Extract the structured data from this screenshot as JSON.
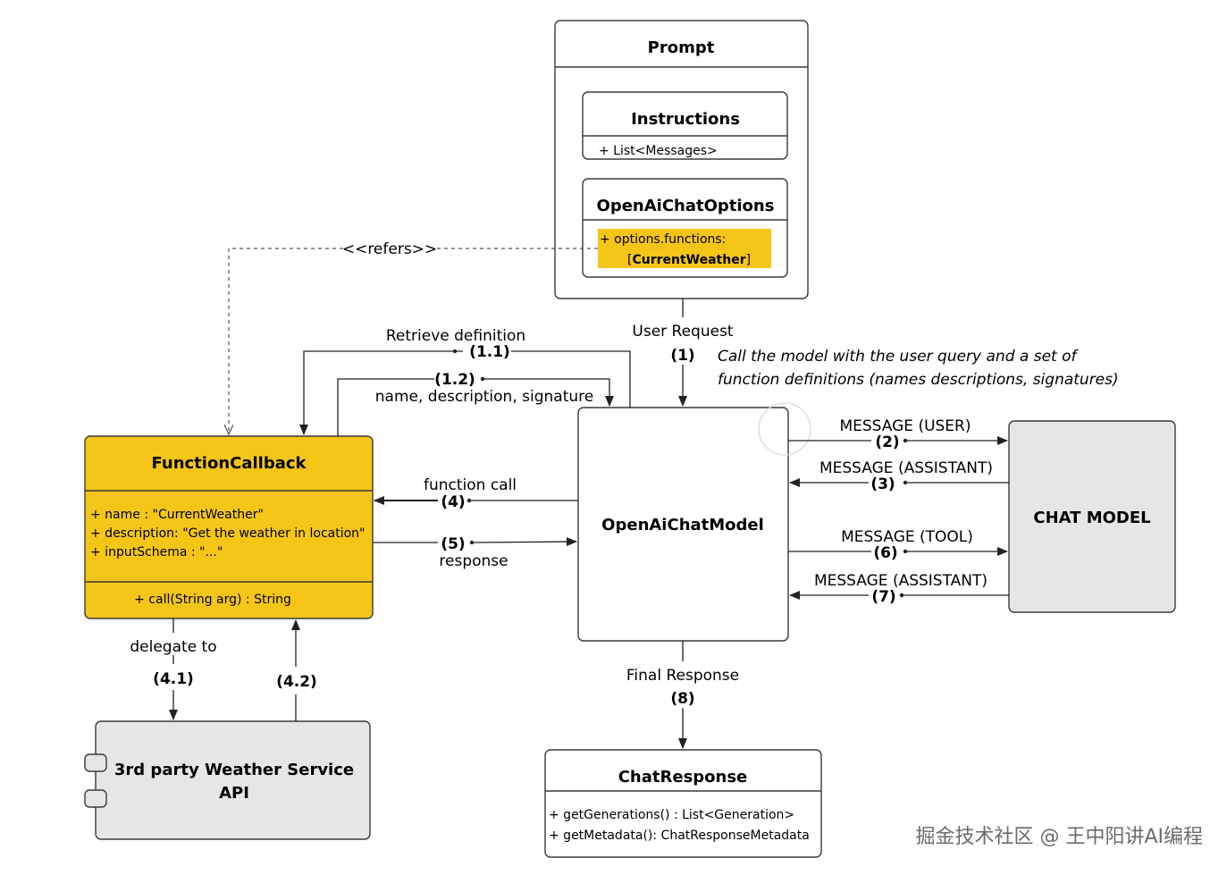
{
  "boxes": {
    "prompt": {
      "title": "Prompt"
    },
    "instructions": {
      "title": "Instructions",
      "members": [
        "+ List<Messages>"
      ]
    },
    "options": {
      "title": "OpenAiChatOptions",
      "member_line1": "+ options.functions:",
      "member_line2_bracket_open": "[",
      "member_line2_bold": "CurrentWeather",
      "member_line2_bracket_close": "]"
    },
    "function_callback": {
      "title": "FunctionCallback",
      "attributes": [
        "+ name : \"CurrentWeather\"",
        "+ description: \"Get the weather in location\"",
        "+ inputSchema : \"...\""
      ],
      "operations": [
        "+ call(String arg) : String"
      ]
    },
    "chat_model_client": {
      "title": "OpenAiChatModel"
    },
    "chat_model": {
      "title": "CHAT MODEL"
    },
    "weather_service": {
      "title_line1": "3rd party Weather Service",
      "title_line2": "API"
    },
    "chat_response": {
      "title": "ChatResponse",
      "members": [
        "+ getGenerations() : List<Generation>",
        "+ getMetadata(): ChatResponseMetadata"
      ]
    }
  },
  "edges": {
    "refers": "<<refers>>",
    "retrieve_definition": {
      "label": "Retrieve definition",
      "step": "(1.1)"
    },
    "definition_return": {
      "step": "(1.2)",
      "label": "name, description, signature"
    },
    "user_request": {
      "label": "User Request",
      "step": "(1)"
    },
    "note_line1": "Call the model with the user query and a set of",
    "note_line2": "function definitions (names descriptions, signatures)",
    "msg_user": {
      "label": "MESSAGE (USER)",
      "step": "(2)"
    },
    "msg_assistant_1": {
      "label": "MESSAGE (ASSISTANT)",
      "step": "(3)"
    },
    "function_call": {
      "label": "function call",
      "step": "(4)"
    },
    "response": {
      "step": "(5)",
      "label": "response"
    },
    "msg_tool": {
      "label": "MESSAGE (TOOL)",
      "step": "(6)"
    },
    "msg_assistant_2": {
      "label": "MESSAGE (ASSISTANT)",
      "step": "(7)"
    },
    "delegate": {
      "label": "delegate to",
      "step": "(4.1)"
    },
    "delegate_return": {
      "step": "(4.2)"
    },
    "final_response": {
      "label": "Final Response",
      "step": "(8)"
    }
  },
  "watermark": "掘金技术社区 @ 王中阳讲AI编程",
  "colors": {
    "highlight": "#f5c518",
    "gray_box": "#e6e6e6",
    "white_box": "#ffffff",
    "stroke": "#3a3a3a"
  }
}
